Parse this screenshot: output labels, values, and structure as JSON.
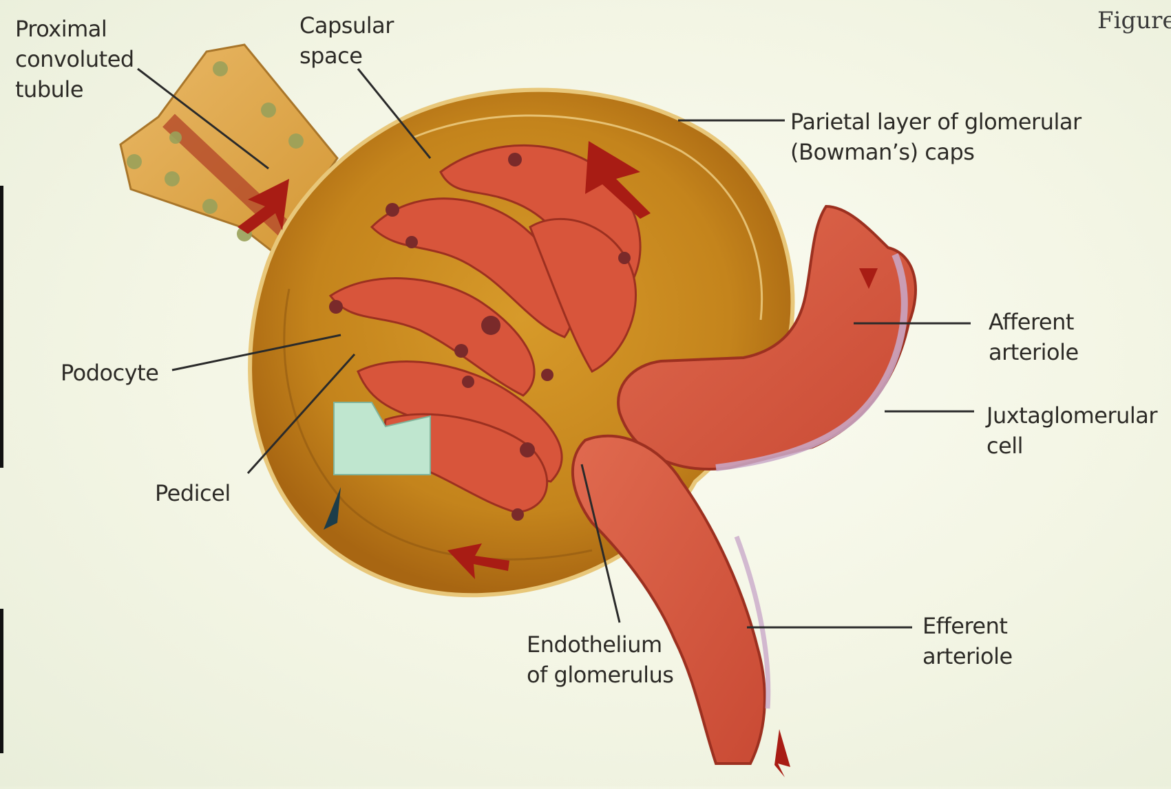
{
  "figure": {
    "caption_fragment": "Figure",
    "labels": {
      "pct_1": "Proximal",
      "pct_2": "convoluted",
      "pct_3": "tubule",
      "capsular_1": "Capsular",
      "capsular_2": "space",
      "parietal_1": "Parietal layer of glomerular",
      "parietal_2": "(Bowman’s) caps",
      "afferent_1": "Afferent",
      "afferent_2": "arteriole",
      "jg_1": "Juxtaglomerular",
      "jg_2": "cell",
      "podocyte": "Podocyte",
      "pedicel": "Pedicel",
      "endo_1": "Endothelium",
      "endo_2": "of glomerulus",
      "efferent_1": "Efferent",
      "efferent_2": "arteriole"
    },
    "colors": {
      "capsule_outer": "#c98a1c",
      "capsule_inner": "#b37016",
      "glomerulus": "#d8553b",
      "arteriole": "#d9644c",
      "tubule": "#e1a548",
      "arrow": "#a81c14",
      "podocyte_window": "#bfe6cf",
      "leader_line": "#2a2a2a"
    }
  }
}
